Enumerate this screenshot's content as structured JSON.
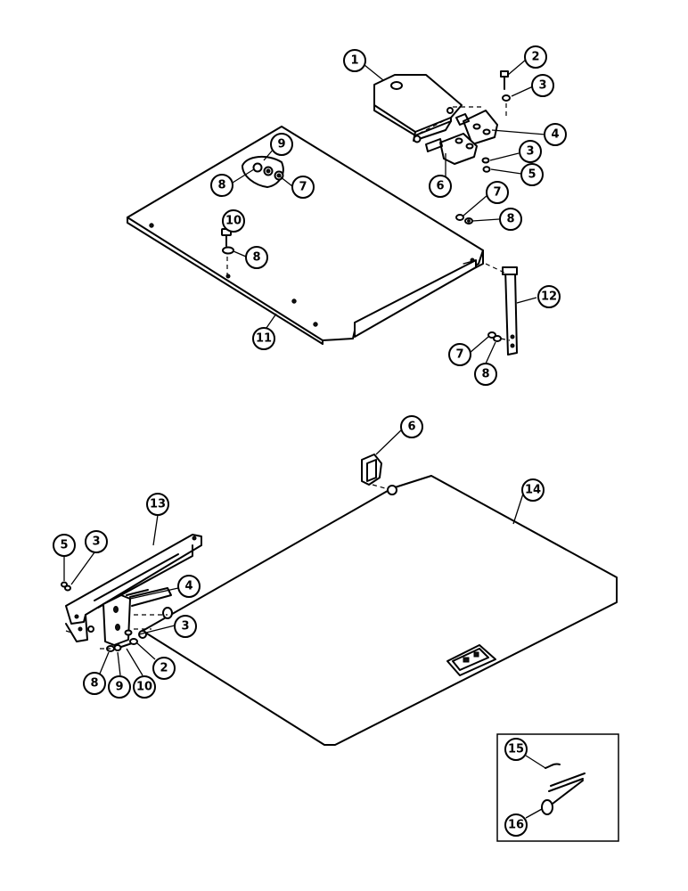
{
  "callouts": [
    {
      "id": "c1",
      "label": "1"
    },
    {
      "id": "c2a",
      "label": "2"
    },
    {
      "id": "c3a",
      "label": "3"
    },
    {
      "id": "c4a",
      "label": "4"
    },
    {
      "id": "c3b",
      "label": "3"
    },
    {
      "id": "c5a",
      "label": "5"
    },
    {
      "id": "c6a",
      "label": "6"
    },
    {
      "id": "c9a",
      "label": "9"
    },
    {
      "id": "c8a",
      "label": "8"
    },
    {
      "id": "c7a",
      "label": "7"
    },
    {
      "id": "c10a",
      "label": "10"
    },
    {
      "id": "c8b",
      "label": "8"
    },
    {
      "id": "c7b",
      "label": "7"
    },
    {
      "id": "c8c",
      "label": "8"
    },
    {
      "id": "c12",
      "label": "12"
    },
    {
      "id": "c11",
      "label": "11"
    },
    {
      "id": "c7c",
      "label": "7"
    },
    {
      "id": "c8d",
      "label": "8"
    },
    {
      "id": "c6b",
      "label": "6"
    },
    {
      "id": "c14",
      "label": "14"
    },
    {
      "id": "c13",
      "label": "13"
    },
    {
      "id": "c5b",
      "label": "5"
    },
    {
      "id": "c3c",
      "label": "3"
    },
    {
      "id": "c4b",
      "label": "4"
    },
    {
      "id": "c3d",
      "label": "3"
    },
    {
      "id": "c2b",
      "label": "2"
    },
    {
      "id": "c8e",
      "label": "8"
    },
    {
      "id": "c9b",
      "label": "9"
    },
    {
      "id": "c10b",
      "label": "10"
    },
    {
      "id": "c15",
      "label": "15"
    },
    {
      "id": "c16",
      "label": "16"
    }
  ]
}
